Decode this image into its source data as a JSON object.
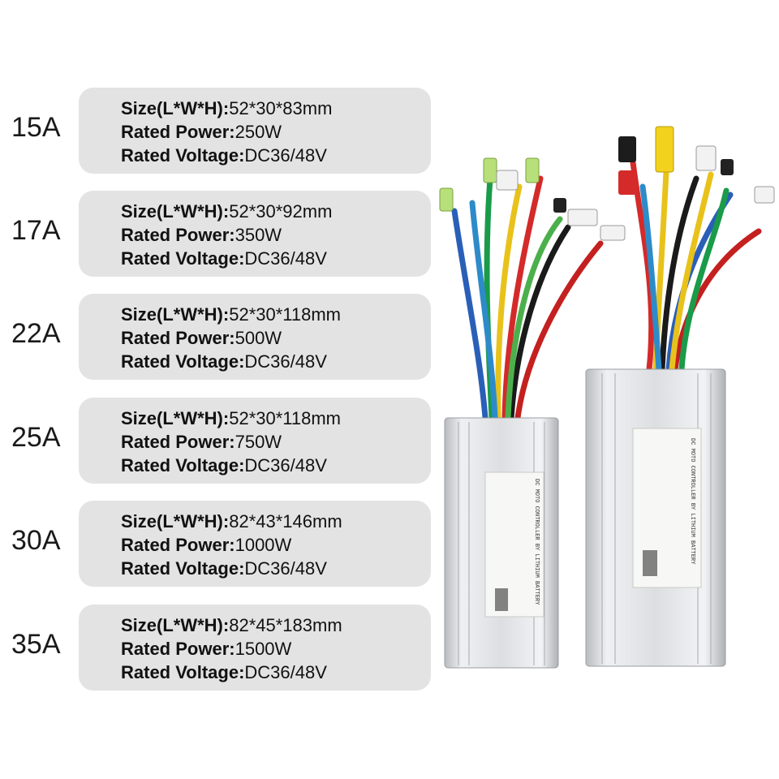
{
  "specs": [
    {
      "amp": "15A",
      "size_label": "Size(L*W*H):",
      "size": "52*30*83mm",
      "power_label": "Rated Power:",
      "power": "250W",
      "voltage_label": "Rated Voltage:",
      "voltage": "DC36/48V"
    },
    {
      "amp": "17A",
      "size_label": "Size(L*W*H):",
      "size": "52*30*92mm",
      "power_label": "Rated Power:",
      "power": "350W",
      "voltage_label": "Rated Voltage:",
      "voltage": "DC36/48V"
    },
    {
      "amp": "22A",
      "size_label": "Size(L*W*H):",
      "size": "52*30*118mm",
      "power_label": "Rated Power:",
      "power": "500W",
      "voltage_label": "Rated Voltage:",
      "voltage": "DC36/48V"
    },
    {
      "amp": "25A",
      "size_label": "Size(L*W*H):",
      "size": "52*30*118mm",
      "power_label": "Rated Power:",
      "power": "750W",
      "voltage_label": "Rated Voltage:",
      "voltage": "DC36/48V"
    },
    {
      "amp": "30A",
      "size_label": "Size(L*W*H):",
      "size": "82*43*146mm",
      "power_label": "Rated Power:",
      "power": "1000W",
      "voltage_label": "Rated Voltage:",
      "voltage": "DC36/48V"
    },
    {
      "amp": "35A",
      "size_label": "Size(L*W*H):",
      "size": "82*45*183mm",
      "power_label": "Rated Power:",
      "power": "1500W",
      "voltage_label": "Rated Voltage:",
      "voltage": "DC36/48V"
    }
  ],
  "controllers": [
    {
      "label_title": "DC MOTO CONTROLLER BY LITHIUM BATTERY"
    },
    {
      "label_title": "DC MOTO CONTROLLER BY LITHIUM BATTERY"
    }
  ]
}
